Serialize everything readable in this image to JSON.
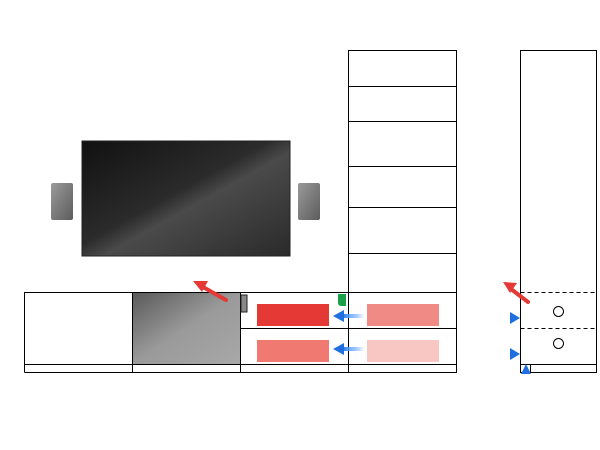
{
  "diagram": {
    "kind": "furniture-installation-diagram",
    "views": [
      "front-elevation",
      "side-section"
    ],
    "colors": {
      "line": "#000000",
      "drawer_primary": "#e53935",
      "drawer_mid": "#f07a72",
      "drawer_light": "#f6a8a2",
      "drawer_pale": "#f8c6c3",
      "arrow_red": "#e53935",
      "arrow_blue": "#1f6fe0",
      "tab_green": "#1aa04a",
      "tv_dark": "#1e1e1e",
      "tv_mid": "#3a3a3a",
      "speaker": "#7a7a7a",
      "panel_glass": "#9a9a9a"
    },
    "icons": {
      "drawer_pull_direction": "arrow-left-icon",
      "tilt_direction": "arrow-up-left-icon",
      "mount_marker": "triangle-right-icon",
      "base_marker": "triangle-up-icon",
      "knob": "circle-knob-icon",
      "latch": "green-tab-icon"
    }
  }
}
